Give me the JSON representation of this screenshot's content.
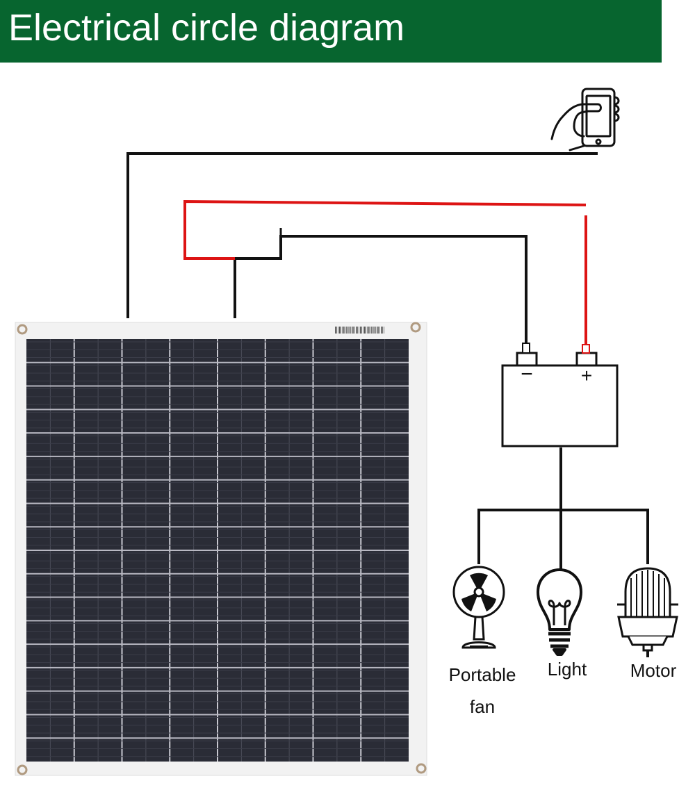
{
  "header": {
    "title": "Electrical circle diagram"
  },
  "battery": {
    "negative_symbol": "−",
    "positive_symbol": "+"
  },
  "loads": [
    {
      "label": "Portable fan",
      "icon": "fan-icon"
    },
    {
      "label": "Light",
      "icon": "light-bulb-icon"
    },
    {
      "label": "Motor",
      "icon": "motor-icon"
    }
  ],
  "devices": {
    "phone_icon": "phone-in-hand-icon",
    "panel_icon": "solar-panel"
  },
  "colors": {
    "header_bg": "#07652f",
    "header_text": "#ffffff",
    "wire_black": "#111111",
    "wire_red": "#dd1414",
    "panel_cell": "#2a2c36",
    "panel_frame": "#f2f2f2"
  }
}
